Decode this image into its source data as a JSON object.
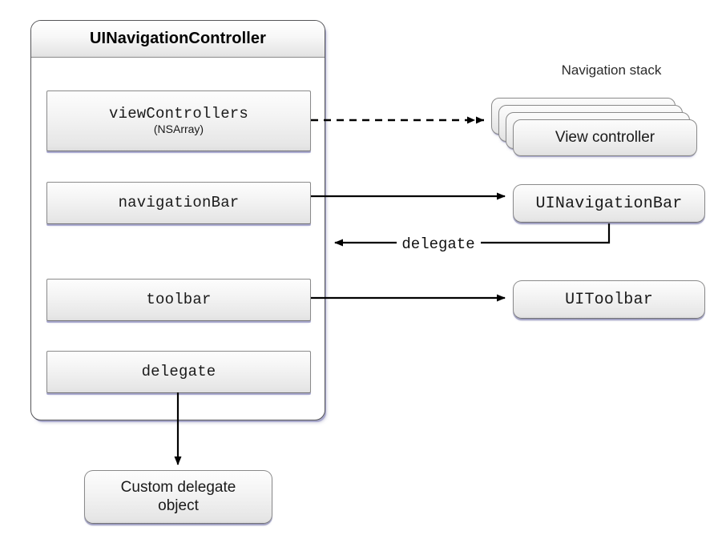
{
  "diagram": {
    "title": "UINavigationController",
    "background_color": "#ffffff",
    "box_border_color": "#8a8a8a",
    "box_shadow_color": "#a9a9cd"
  },
  "controller": {
    "title": "UINavigationController",
    "properties": [
      {
        "name": "viewControllers",
        "type": "(NSArray)"
      },
      {
        "name": "navigationBar",
        "type": ""
      },
      {
        "name": "toolbar",
        "type": ""
      },
      {
        "name": "delegate",
        "type": ""
      }
    ]
  },
  "stack": {
    "label": "Navigation stack",
    "front_card_label": "View controller",
    "card_count": 4
  },
  "nodes": {
    "navigation_bar": "UINavigationBar",
    "toolbar": "UIToolbar",
    "custom_delegate": "Custom delegate\nobject",
    "custom_delegate_line1": "Custom delegate",
    "custom_delegate_line2": "object"
  },
  "edges": [
    {
      "from": "viewControllers",
      "to": "navigation-stack",
      "label": "",
      "style": "dashed",
      "arrow": "double"
    },
    {
      "from": "navigationBar",
      "to": "UINavigationBar",
      "label": "",
      "style": "solid",
      "arrow": "single"
    },
    {
      "from": "UINavigationBar",
      "to": "UINavigationController",
      "label": "delegate",
      "style": "solid",
      "arrow": "single"
    },
    {
      "from": "toolbar",
      "to": "UIToolbar",
      "label": "",
      "style": "solid",
      "arrow": "single"
    },
    {
      "from": "delegate",
      "to": "Custom delegate object",
      "label": "",
      "style": "solid",
      "arrow": "single"
    }
  ],
  "edge_labels": {
    "delegate": "delegate"
  }
}
